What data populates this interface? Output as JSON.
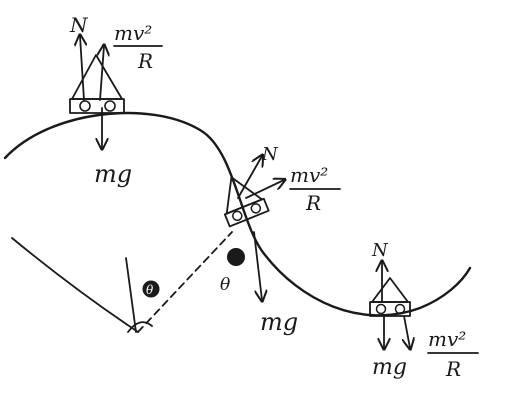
{
  "diagram": {
    "ink_color": "#1a1a1a",
    "background": "#ffffff",
    "labels": {
      "top": {
        "normal": "N",
        "centripetal_numerator": "mv²",
        "centripetal_denominator": "R",
        "weight": "mg"
      },
      "middle": {
        "normal": "N",
        "centripetal_numerator": "mv²",
        "centripetal_denominator": "R",
        "weight": "mg",
        "angle": "θ"
      },
      "bottom": {
        "normal": "N",
        "centripetal_numerator": "mv²",
        "centripetal_denominator": "R",
        "weight": "mg"
      },
      "center_angle": "θ"
    }
  }
}
